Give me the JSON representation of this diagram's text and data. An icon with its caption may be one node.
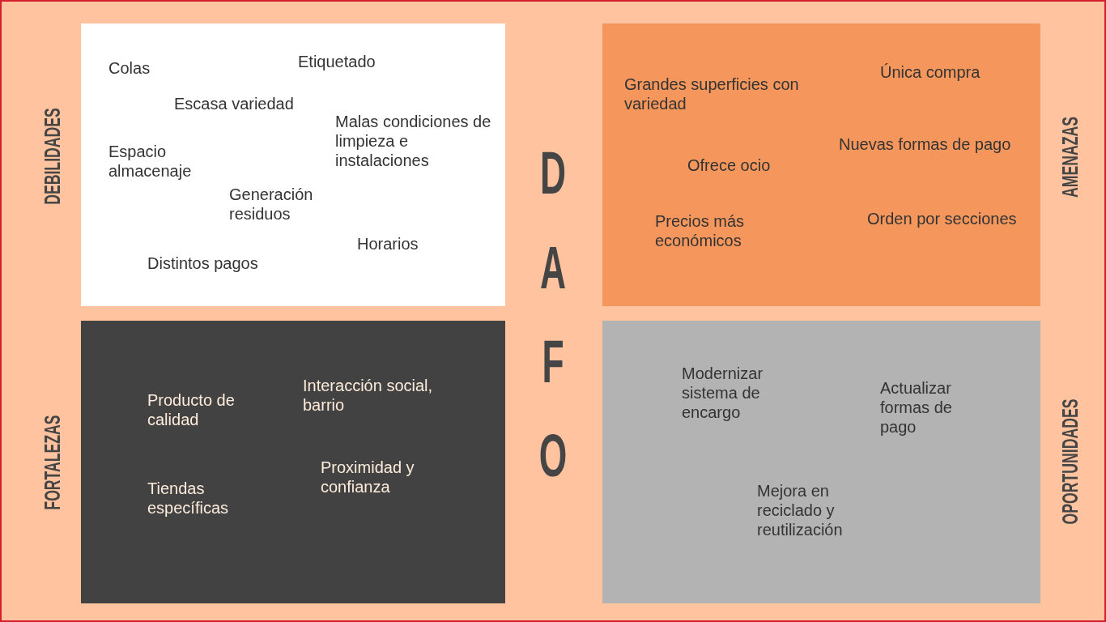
{
  "diagram": {
    "nodes": [
      {
        "text": [
          "DEBILIDADES",
          "Colas",
          "Etiquetado",
          "Escasa variedad",
          "Malas condiciones de limpieza e instalaciones",
          "Espacio almacenaje",
          "Generación residuos",
          "Horarios",
          "Distintos pagos"
        ]
      },
      {
        "text": [
          "AMENAZAS",
          "Grandes superficies con variedad",
          "Única compra",
          "Ofrece ocio",
          "Nuevas formas de pago",
          "Precios más económicos",
          "Orden por secciones"
        ]
      },
      {
        "text": [
          "FORTALEZAS",
          "Producto de calidad",
          "Interacción social, barrio",
          "Tiendas específicas",
          "Proximidad y confianza"
        ]
      },
      {
        "text": [
          "OPORTUNIDADES",
          "Modernizar sistema de encargo",
          "Actualizar formas de pago",
          "Mejora en reciclado y reutilización"
        ]
      }
    ],
    "labels": [
      "D",
      "A",
      "F",
      "O"
    ]
  }
}
